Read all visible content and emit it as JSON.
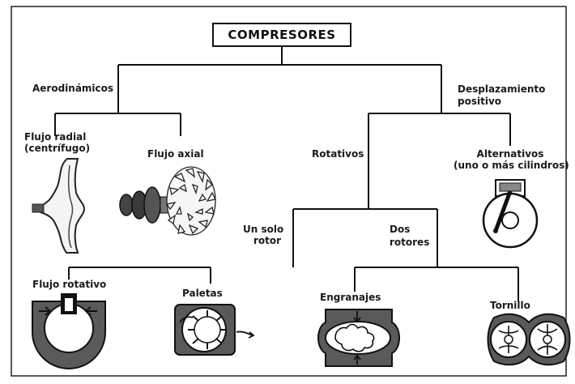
{
  "title": "COMPRESORES",
  "nodes": {
    "aerodinamicos": "Aerodinámicos",
    "desplazamiento_l1": "Desplazamiento",
    "desplazamiento_l2": "positivo",
    "flujo_radial_l1": "Flujo radial",
    "flujo_radial_l2": "(centrífugo)",
    "flujo_axial": "Flujo axial",
    "rotativos": "Rotativos",
    "alternativos_l1": "Alternativos",
    "alternativos_l2": "(uno o más cilindros)",
    "un_solo_l1": "Un solo",
    "un_solo_l2": "rotor",
    "dos_l1": "Dos",
    "dos_l2": "rotores",
    "flujo_rotativo": "Flujo rotativo",
    "paletas": "Paletas",
    "engranajes": "Engranajes",
    "tornillo": "Tornillo"
  },
  "icons": [
    "radial-impeller-icon",
    "axial-compressor-icon",
    "piston-cylinder-icon",
    "rotary-flow-icon",
    "vane-compressor-icon",
    "gear-compressor-icon",
    "screw-compressor-icon"
  ]
}
